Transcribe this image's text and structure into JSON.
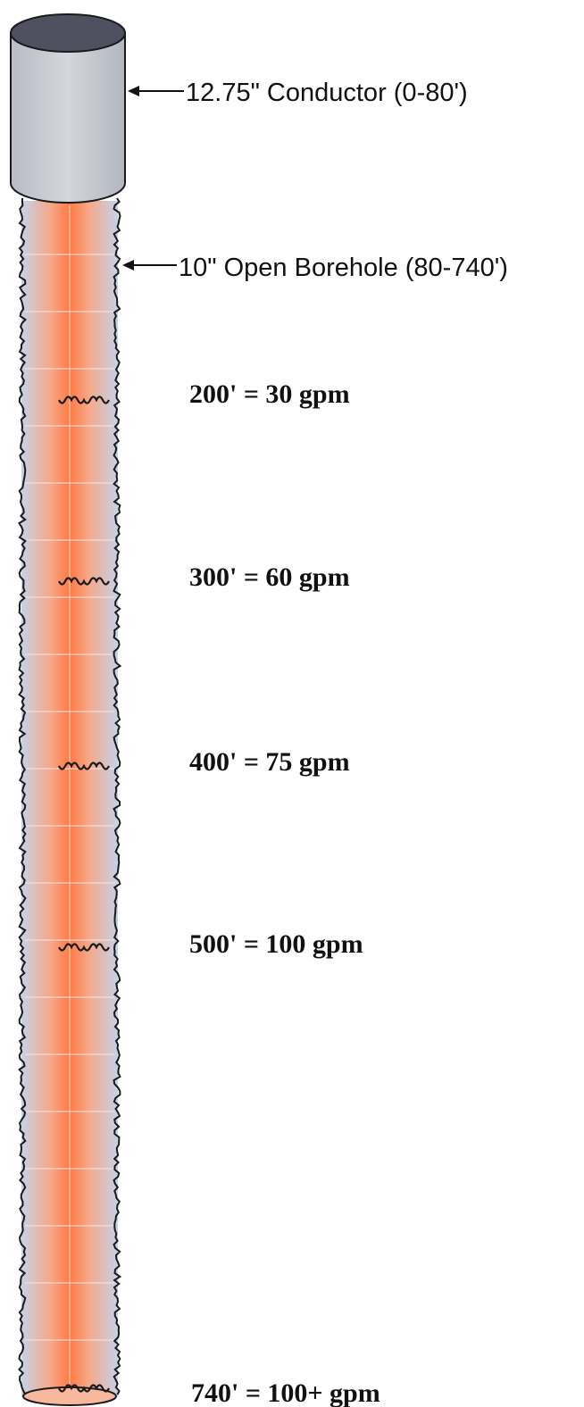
{
  "diagram": {
    "casing_labels": [
      {
        "text": "12.75\" Conductor (0-80')"
      },
      {
        "text": "10\" Open Borehole (80-740')"
      }
    ],
    "yield_zones": [
      {
        "depth_ft": 200,
        "text": "200' = 30 gpm"
      },
      {
        "depth_ft": 300,
        "text": "300' = 60 gpm"
      },
      {
        "depth_ft": 400,
        "text": "400' = 75 gpm"
      },
      {
        "depth_ft": 500,
        "text": "500' = 100 gpm"
      },
      {
        "depth_ft": 740,
        "text": "740' = 100+ gpm"
      }
    ],
    "colors": {
      "conductor_body": "#c9ccd3",
      "conductor_top": "#4f5060",
      "borehole_edge": "#c5d2e8",
      "borehole_core": "#ff7a45",
      "wall_line": "#1a1a1a"
    }
  }
}
